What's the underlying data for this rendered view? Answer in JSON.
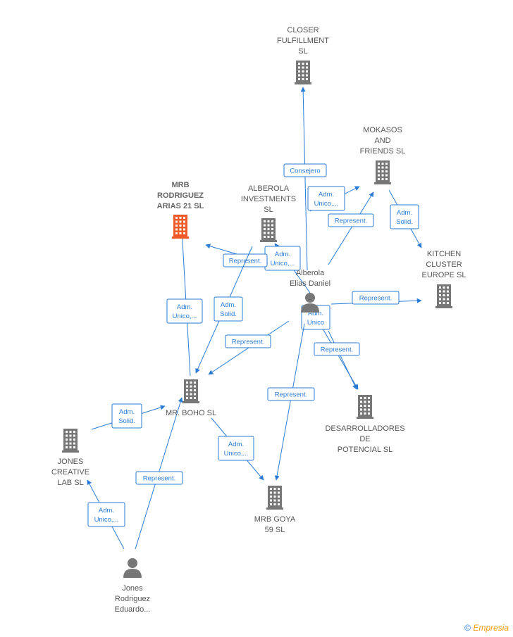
{
  "nodes": [
    {
      "id": "closer",
      "type": "company",
      "label": [
        "CLOSER",
        "FULFILLMENT",
        "SL"
      ]
    },
    {
      "id": "mokasos",
      "type": "company",
      "label": [
        "MOKASOS",
        "AND",
        "FRIENDS  SL"
      ]
    },
    {
      "id": "alberola_inv",
      "type": "company",
      "label": [
        "ALBEROLA",
        "INVESTMENTS",
        "SL"
      ]
    },
    {
      "id": "mrb_rodriguez",
      "type": "company",
      "highlight": true,
      "label": [
        "MRB",
        "RODRIGUEZ",
        "ARIAS 21  SL"
      ]
    },
    {
      "id": "kitchen",
      "type": "company",
      "label": [
        "KITCHEN",
        "CLUSTER",
        "EUROPE  SL"
      ]
    },
    {
      "id": "alberola_person",
      "type": "person",
      "label": [
        "Alberola",
        "Elias Daniel"
      ]
    },
    {
      "id": "mr_boho",
      "type": "company",
      "label": [
        "MR.  BOHO SL"
      ]
    },
    {
      "id": "desarrolladores",
      "type": "company",
      "label": [
        "DESARROLLADORES",
        "DE",
        "POTENCIAL  SL"
      ]
    },
    {
      "id": "jones_creative",
      "type": "company",
      "label": [
        "JONES",
        "CREATIVE",
        "LAB  SL"
      ]
    },
    {
      "id": "mrb_goya",
      "type": "company",
      "label": [
        "MRB GOYA",
        "59  SL"
      ]
    },
    {
      "id": "jones_person",
      "type": "person",
      "label": [
        "Jones",
        "Rodriguez",
        "Eduardo..."
      ]
    }
  ],
  "edges": [
    {
      "from": "alberola_person",
      "to": "closer",
      "label": [
        "Consejero"
      ]
    },
    {
      "from": "alberola_person",
      "to": "mokasos",
      "label": [
        "Adm.",
        "Unico,..."
      ]
    },
    {
      "from": "alberola_person",
      "to": "mokasos",
      "label": [
        "Represent."
      ]
    },
    {
      "from": "mokasos",
      "to": "kitchen",
      "label": [
        "Adm.",
        "Solid."
      ]
    },
    {
      "from": "alberola_person",
      "to": "alberola_inv",
      "label": [
        "Adm.",
        "Unico,..."
      ]
    },
    {
      "from": "alberola_inv",
      "to": "mrb_rodriguez",
      "label": [
        "Represent."
      ]
    },
    {
      "from": "alberola_person",
      "to": "kitchen",
      "label": [
        "Represent."
      ]
    },
    {
      "from": "alberola_person",
      "to": "desarrolladores",
      "label": [
        "Adm.",
        "Unico"
      ]
    },
    {
      "from": "alberola_person",
      "to": "desarrolladores",
      "label": [
        "Represent."
      ]
    },
    {
      "from": "alberola_inv",
      "to": "mr_boho",
      "label": [
        "Adm.",
        "Solid."
      ]
    },
    {
      "from": "alberola_person",
      "to": "mr_boho",
      "label": [
        "Represent."
      ]
    },
    {
      "from": "mr_boho",
      "to": "mrb_rodriguez",
      "label": [
        "Adm.",
        "Unico,..."
      ]
    },
    {
      "from": "alberola_person",
      "to": "mrb_goya",
      "label": [
        "Represent."
      ]
    },
    {
      "from": "mr_boho",
      "to": "mrb_goya",
      "label": [
        "Adm.",
        "Unico,..."
      ]
    },
    {
      "from": "jones_creative",
      "to": "mr_boho",
      "label": [
        "Adm.",
        "Solid."
      ]
    },
    {
      "from": "jones_person",
      "to": "mr_boho",
      "label": [
        "Represent."
      ]
    },
    {
      "from": "jones_person",
      "to": "jones_creative",
      "label": [
        "Adm.",
        "Unico,..."
      ]
    }
  ],
  "colors": {
    "edge": "#2a7bd6",
    "company_icon": "#777777",
    "company_icon_highlight": "#f05a28",
    "person_icon": "#777777"
  },
  "footer": {
    "copyright": "©",
    "brand": "Empresia"
  }
}
